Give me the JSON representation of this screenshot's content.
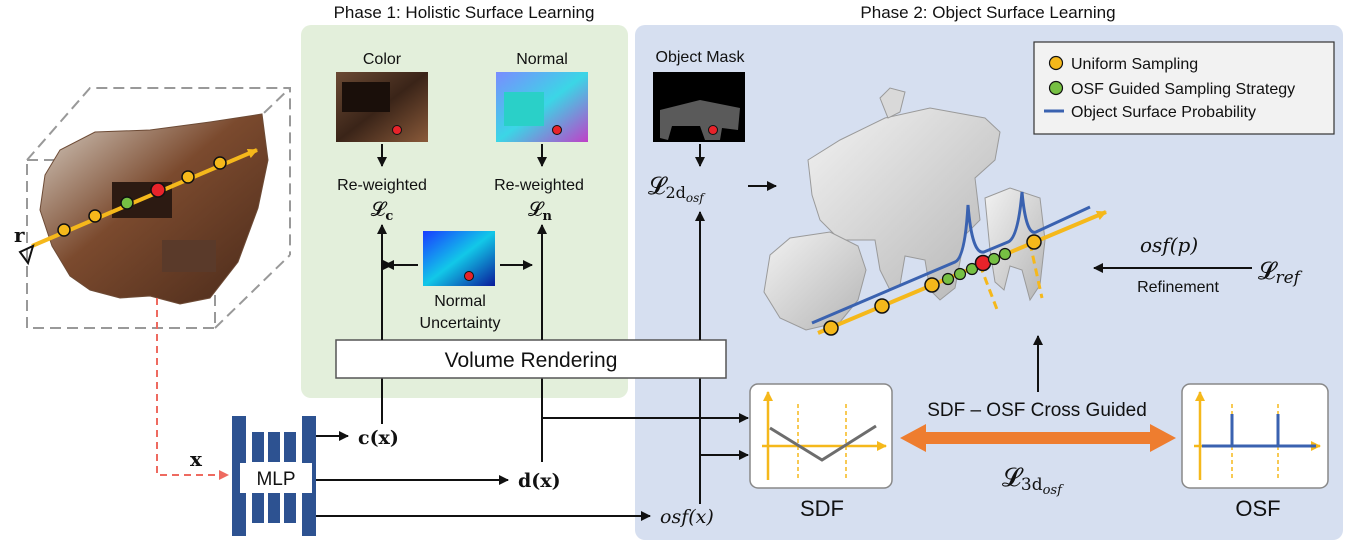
{
  "phase1": {
    "title": "Phase 1: Holistic Surface Learning"
  },
  "phase2": {
    "title": "Phase 2: Object Surface Learning"
  },
  "scene": {
    "ray_label": "r"
  },
  "color_panel": {
    "title": "Color",
    "loss_prefix": "Re-weighted",
    "loss_symbol": "𝓛",
    "loss_sub": "c"
  },
  "normal_panel": {
    "title": "Normal",
    "loss_prefix": "Re-weighted",
    "loss_symbol": "𝓛",
    "loss_sub": "n"
  },
  "uncertainty": {
    "line1": "Normal",
    "line2": "Uncertainty"
  },
  "volume_rendering": {
    "label": "Volume Rendering"
  },
  "mask_panel": {
    "title": "Object Mask",
    "loss_symbol": "𝓛",
    "loss_sub": "2d",
    "loss_subsub": "osf"
  },
  "legend": {
    "items": [
      {
        "label": "Uniform Sampling",
        "color": "#f5b81b"
      },
      {
        "label": "OSF Guided Sampling Strategy",
        "color": "#76c043"
      },
      {
        "label": "Object Surface Probability",
        "color": "#3a62b0"
      }
    ]
  },
  "refinement": {
    "osf_p": "osf(p)",
    "label": "Refinement",
    "loss_symbol": "𝓛",
    "loss_sub": "ref"
  },
  "mlp": {
    "label": "MLP",
    "input": "x"
  },
  "outputs": {
    "c": "c(x)",
    "d": "d(x)",
    "osf": "osf(x)"
  },
  "sdf_box": {
    "label": "SDF"
  },
  "osf_box": {
    "label": "OSF"
  },
  "cross": {
    "label": "SDF – OSF Cross Guided",
    "loss_symbol": "𝓛",
    "loss_sub": "3d",
    "loss_subsub": "osf"
  },
  "colors": {
    "phase1_bg": "#e3efdb",
    "phase2_bg": "#d6dff0",
    "ray": "#f5b81b",
    "red_point": "#e8232a",
    "mlp_blue": "#2d5291",
    "cross_arrow": "#ee7d2f",
    "osf_line": "#3a62b0",
    "dashed_red": "#ee6a60"
  }
}
